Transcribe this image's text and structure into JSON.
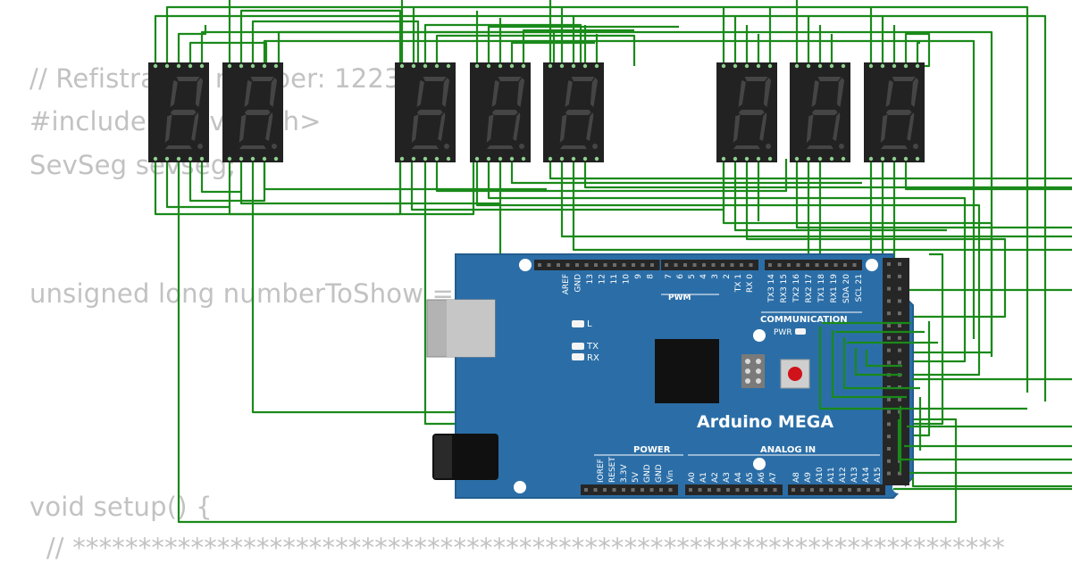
{
  "code": {
    "lines": [
      "// Refistration number: 12234",
      "#include <SevSeg.h>",
      "SevSeg sevseg;",
      "unsigned long numberToShow = 1",
      "void setup() {",
      "  // ***********************************************************************"
    ]
  },
  "board": {
    "name": "Arduino MEGA",
    "pwm_label": "PWM",
    "communication_label": "COMMUNICATION",
    "power_label": "POWER",
    "analog_label": "ANALOG IN",
    "led_l": "L",
    "led_tx": "TX",
    "led_rx": "RX",
    "pwr_label": "PWR",
    "digital_pins_left": [
      "AREF",
      "GND",
      "13",
      "12",
      "11",
      "10",
      "9",
      "8"
    ],
    "digital_pins_mid": [
      "7",
      "6",
      "5",
      "4",
      "3",
      "2",
      "TX 1",
      "RX 0"
    ],
    "digital_pins_right": [
      "TX3 14",
      "RX3 15",
      "TX2 16",
      "RX2 17",
      "TX1 18",
      "RX1 19",
      "SDA 20",
      "SCL 21"
    ],
    "power_pins": [
      "IOREF",
      "RESET",
      "3.3V",
      "5V",
      "GND",
      "GND",
      "Vin"
    ],
    "analog_pins_a": [
      "A0",
      "A1",
      "A2",
      "A3",
      "A4",
      "A5",
      "A6",
      "A7"
    ],
    "analog_pins_b": [
      "A8",
      "A9",
      "A10",
      "A11",
      "A12",
      "A13",
      "A14",
      "A15"
    ]
  },
  "colors": {
    "wire": "#1a8a1a",
    "board": "#2b6ea7",
    "display_body": "#222222",
    "segment_off": "#454545",
    "code_text": "#c2c2c2"
  }
}
